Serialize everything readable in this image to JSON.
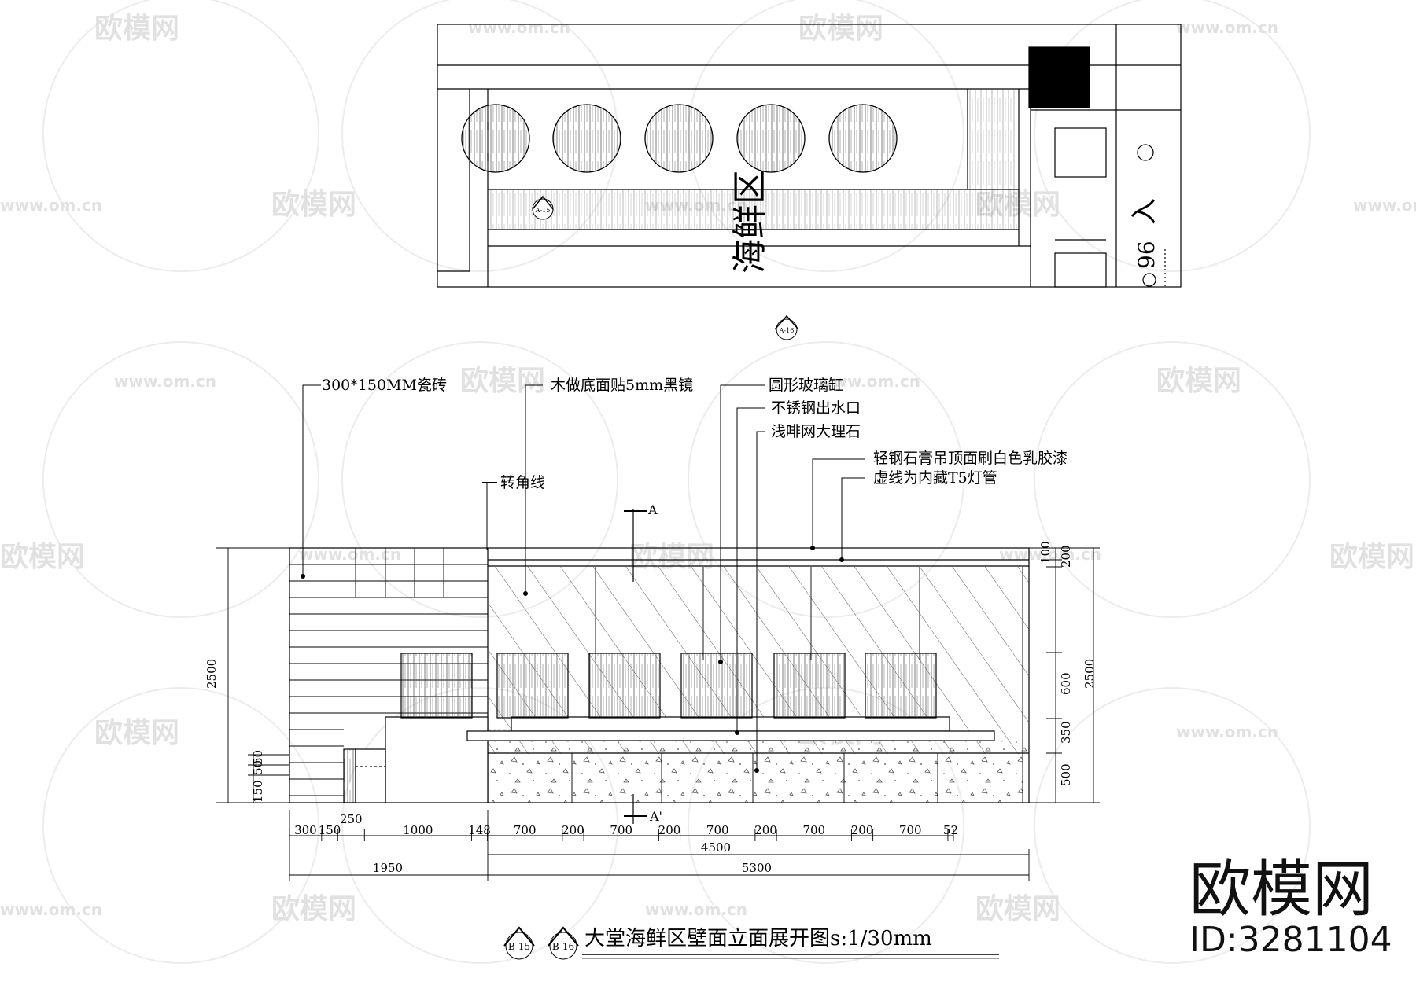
{
  "plan": {
    "zone_label": "海鲜区",
    "section_tag_top": "A-15",
    "section_tag_bottom": "A-16",
    "side_text": "入",
    "side_number": "96"
  },
  "annotations": {
    "tile": "300*150MM瓷砖",
    "mirror": "木做底面贴5mm黑镜",
    "tank": "圆形玻璃缸",
    "outlet": "不锈钢出水口",
    "marble": "浅啡网大理石",
    "ceiling": "轻钢石膏吊顶面刷白色乳胶漆",
    "light": "虚线为内藏T5灯管",
    "corner": "转角线"
  },
  "section_marks": {
    "top": "A",
    "bottom": "A'"
  },
  "dimensions": {
    "left_height": "2500",
    "left_small": [
      "50",
      "50",
      "150"
    ],
    "right_top": [
      "100",
      "200"
    ],
    "right_levels": [
      "600",
      "350",
      "500"
    ],
    "right_height": "2500",
    "row1": [
      "300",
      "150",
      "250",
      "1000",
      "148",
      "700",
      "200",
      "700",
      "200",
      "700",
      "200",
      "700",
      "200",
      "700",
      "52"
    ],
    "row2_total": "4500",
    "row3": [
      "1950",
      "5300"
    ]
  },
  "title": {
    "tag_left": "B-15",
    "tag_right": "B-16",
    "text": "大堂海鲜区壁面立面展开图s:1/30mm"
  },
  "watermark": {
    "brand": "欧模网",
    "url": "www.om.cn",
    "id": "ID:3281104"
  }
}
